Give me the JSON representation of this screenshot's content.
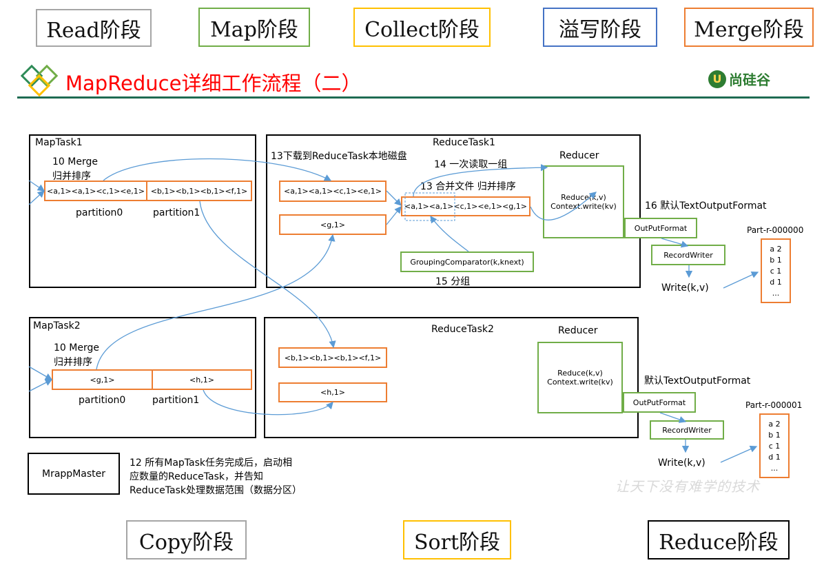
{
  "stages_top": [
    "Read阶段",
    "Map阶段",
    "Collect阶段",
    "溢写阶段",
    "Merge阶段"
  ],
  "stages_bottom": [
    "Copy阶段",
    "Sort阶段",
    "Reduce阶段"
  ],
  "header": {
    "title": "MapReduce详细工作流程（二）",
    "brand": "尚硅谷",
    "slogan": "让天下没有难学的技术"
  },
  "colors": {
    "orange": "#ed7d31",
    "green": "#70ad47",
    "gray": "#a5a5a5",
    "yellow": "#ffc000",
    "blue": "#4472c4",
    "title_red": "#ff0000",
    "rule": "#1e6b52",
    "arrow": "#5b9bd5"
  },
  "maptask1": {
    "title": "MapTask1",
    "merge_label": "10 Merge",
    "merge_label2": "归并排序",
    "part0_content": "<a,1><a,1><c,1><e,1>",
    "part1_content": "<b,1><b,1><b,1><f,1>",
    "part0_label": "partition0",
    "part1_label": "partition1"
  },
  "maptask2": {
    "title": "MapTask2",
    "merge_label": "10 Merge",
    "merge_label2": "归并排序",
    "part0_content": "<g,1>",
    "part1_content": "<h,1>",
    "part0_label": "partition0",
    "part1_label": "partition1"
  },
  "reducetask1": {
    "title": "ReduceTask1",
    "download_label": "13下载到ReduceTask本地磁盘",
    "read_group_label": "14 一次读取一组",
    "merge_sort_label": "13 合并文件 归并排序",
    "input1": "<a,1><a,1><c,1><e,1>",
    "input2": "<g,1>",
    "merged": "<a,1><a,1><c,1><e,1><g,1>",
    "grouping": "GroupingComparator(k,knext)",
    "group_label": "15 分组",
    "reducer_title": "Reducer",
    "reducer_line1": "Reduce(k,v)",
    "reducer_line2": "Context.write(kv)",
    "default_output_label": "16 默认TextOutputFormat",
    "output_format": "OutPutFormat",
    "record_writer": "RecordWriter",
    "write": "Write(k,v)",
    "file_name": "Part-r-000000",
    "file_lines": [
      "a 2",
      "b 1",
      "c 1",
      "d 1",
      "..."
    ]
  },
  "reducetask2": {
    "title": "ReduceTask2",
    "input1": "<b,1><b,1><b,1><f,1>",
    "input2": "<h,1>",
    "reducer_title": "Reducer",
    "reducer_line1": "Reduce(k,v)",
    "reducer_line2": "Context.write(kv)",
    "default_output_label": "默认TextOutputFormat",
    "output_format": "OutPutFormat",
    "record_writer": "RecordWriter",
    "write": "Write(k,v)",
    "file_name": "Part-r-000001",
    "file_lines": [
      "a 2",
      "b 1",
      "c 1",
      "d 1",
      "..."
    ]
  },
  "master": {
    "label": "MrappMaster",
    "note_line1": "12 所有MapTask任务完成后，启动相",
    "note_line2": "应数量的ReduceTask，并告知",
    "note_line3": "ReduceTask处理数据范围（数据分区）"
  }
}
